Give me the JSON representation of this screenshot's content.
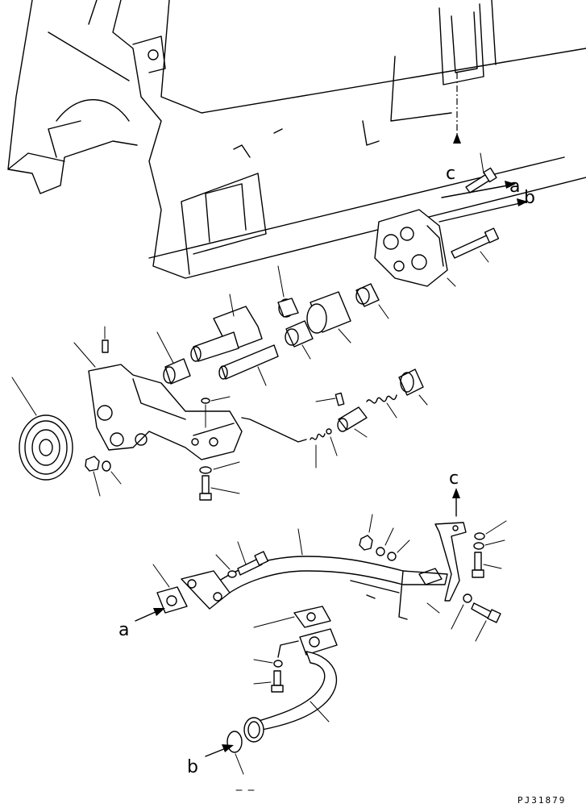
{
  "labels": {
    "a_top": "a",
    "b_top": "b",
    "c_top": "c",
    "c_mid": "c",
    "a_left": "a",
    "b_left": "b"
  },
  "drawing_code": "PJ31879"
}
